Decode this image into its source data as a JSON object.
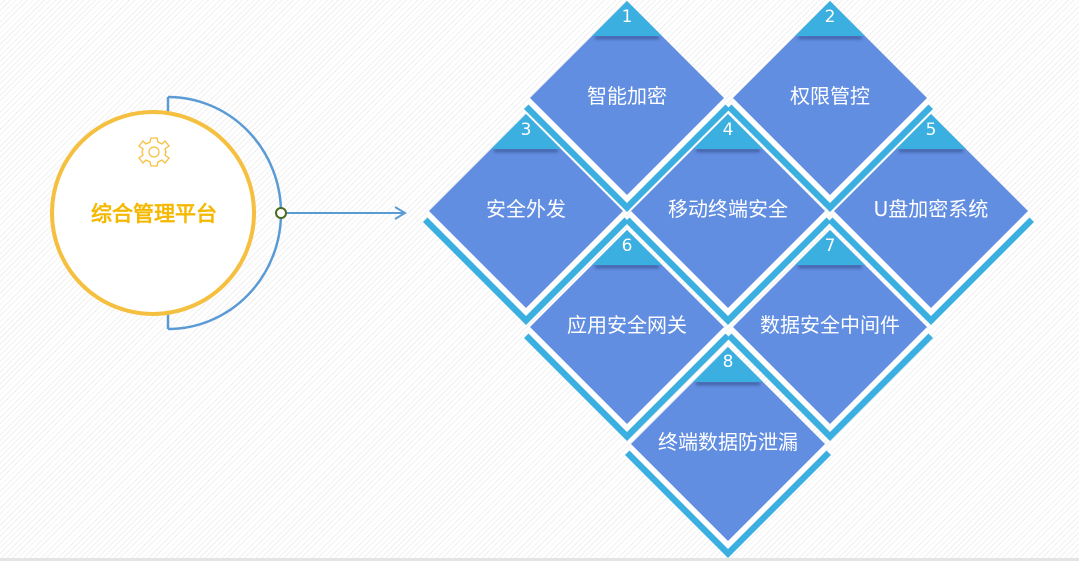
{
  "center": {
    "title": "综合管理平台",
    "icon": "gear-icon"
  },
  "colors": {
    "diamond": "#628ee2",
    "accent": "#3aafe0",
    "ring": "#f5c040",
    "arc": "#5b9bd5",
    "title": "#f5b800"
  },
  "modules": [
    {
      "number": "1",
      "label": "智能加密"
    },
    {
      "number": "2",
      "label": "权限管控"
    },
    {
      "number": "3",
      "label": "安全外发"
    },
    {
      "number": "4",
      "label": "移动终端安全"
    },
    {
      "number": "5",
      "label": "U盘加密系统"
    },
    {
      "number": "6",
      "label": "应用安全网关"
    },
    {
      "number": "7",
      "label": "数据安全中间件"
    },
    {
      "number": "8",
      "label": "终端数据防泄漏"
    }
  ]
}
